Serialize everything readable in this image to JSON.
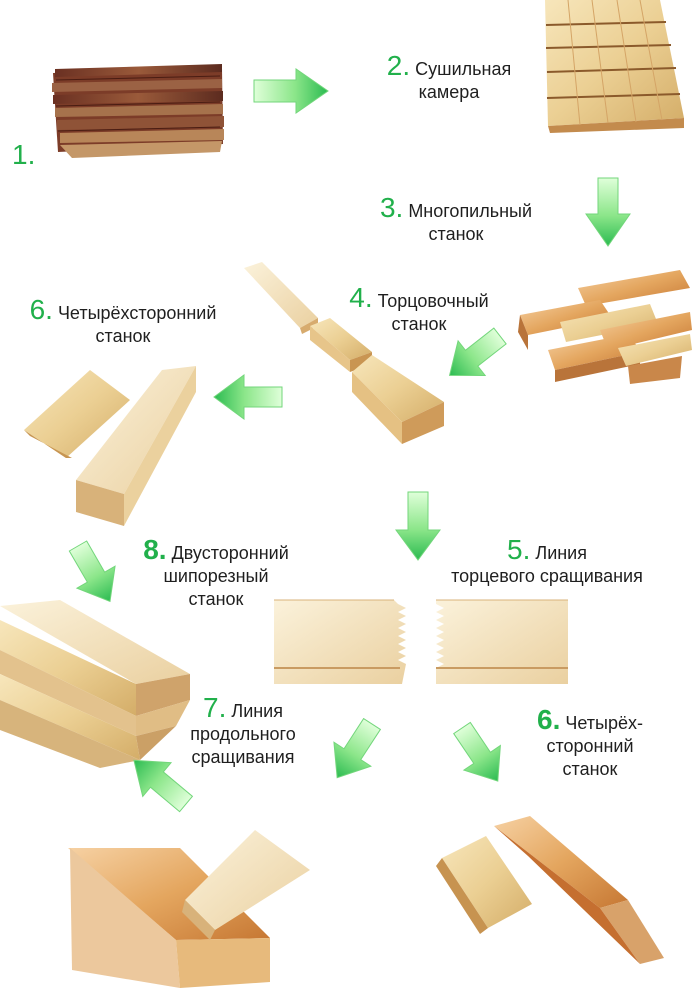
{
  "steps": [
    {
      "id": "step1",
      "number": "1.",
      "lines": []
    },
    {
      "id": "step2",
      "number": "2.",
      "lines": [
        "Сушильная",
        "камера"
      ]
    },
    {
      "id": "step3",
      "number": "3.",
      "lines": [
        "Многопильный",
        "станок"
      ]
    },
    {
      "id": "step4",
      "number": "4.",
      "lines": [
        "Торцовочный",
        "станок"
      ]
    },
    {
      "id": "step5",
      "number": "5.",
      "lines": [
        "Линия",
        "торцевого сращивания"
      ]
    },
    {
      "id": "step6a",
      "number": "6.",
      "lines": [
        "Четырёхсторонний",
        "станок"
      ]
    },
    {
      "id": "step6b",
      "number": "6.",
      "lines": [
        "Четырёх-",
        "сторонний",
        "станок"
      ]
    },
    {
      "id": "step7",
      "number": "7.",
      "lines": [
        "Линия",
        "продольного",
        "сращивания"
      ]
    },
    {
      "id": "step8",
      "number": "8.",
      "lines": [
        "Двусторонний",
        "шипорезный",
        "станок"
      ]
    }
  ],
  "colors": {
    "number_green": "#21b04b",
    "arrow_light": "#b7f0b3",
    "arrow_mid": "#7be37e",
    "arrow_dark": "#25b44d",
    "wood_light": "#f1d9a6",
    "wood_mid": "#ddb66f",
    "wood_dark": "#b8782f",
    "bark": "#8b4d2f"
  },
  "icons": [
    "raw-boards",
    "dried-lumber-stack",
    "sawn-boards-pile",
    "cut-wood-blocks",
    "finger-joint",
    "profiled-bars",
    "glued-panels",
    "profiled-glued-bar",
    "tongue-groove-boards"
  ]
}
